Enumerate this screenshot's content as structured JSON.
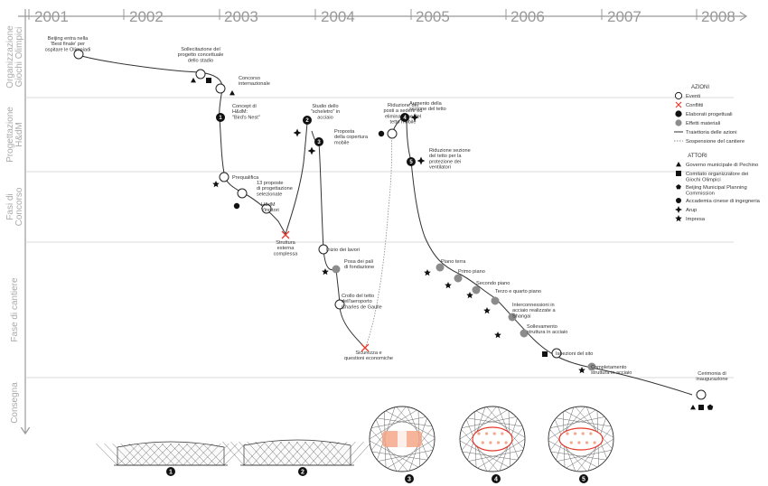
{
  "years": [
    "2001",
    "2002",
    "2003",
    "2004",
    "2005",
    "2006",
    "2007",
    "2008"
  ],
  "phases": [
    [
      "Organizzazione",
      "Giochi Olimpici"
    ],
    [
      "Progettazione",
      "H&dM"
    ],
    [
      "Fasi di",
      "Concorso"
    ],
    [
      "Fase di cantiere"
    ],
    [
      "Consegna"
    ]
  ],
  "events": [
    {
      "id": "e1",
      "kind": "circle",
      "lines": [
        "Beijing entra nella",
        "'Best finale' per",
        "ospitare le Olimpiadi"
      ]
    },
    {
      "id": "e2",
      "kind": "circle",
      "lines": [
        "Sollecitazione del",
        "progetto concettuale",
        "dello stadio"
      ]
    },
    {
      "id": "e3",
      "kind": "circle",
      "lines": [
        "Concorso",
        "internazionale"
      ]
    },
    {
      "id": "e4",
      "kind": "num",
      "n": "1",
      "lines": [
        "Concept di",
        "H&dM:",
        "\"Bird's Nest\""
      ]
    },
    {
      "id": "e5",
      "kind": "circle",
      "lines": [
        "Prequalifica"
      ]
    },
    {
      "id": "e6",
      "kind": "circle",
      "lines": [
        "13 proposte",
        "di progettazione",
        "selezionate"
      ]
    },
    {
      "id": "e7",
      "kind": "circle",
      "lines": [
        "H&dM",
        "Vincitori"
      ]
    },
    {
      "id": "e8",
      "kind": "conflict",
      "lines": [
        "Struttura",
        "esterna",
        "complessa"
      ]
    },
    {
      "id": "e9",
      "kind": "num",
      "n": "2",
      "lines": [
        "Studio dello",
        "\"scheletro\" in",
        "acciaio"
      ]
    },
    {
      "id": "e10",
      "kind": "num",
      "n": "3",
      "lines": [
        "Proposta",
        "della copertura",
        "mobile"
      ]
    },
    {
      "id": "e11",
      "kind": "circle",
      "lines": [
        "Inizio dei lavori"
      ]
    },
    {
      "id": "e12",
      "kind": "gray",
      "lines": [
        "Posa dei pali",
        "di fondazione"
      ]
    },
    {
      "id": "e13",
      "kind": "circle",
      "lines": [
        "Crollo del tetto",
        "dell'aeroporto",
        "Charles de Gaulle"
      ]
    },
    {
      "id": "e14",
      "kind": "conflict",
      "lines": [
        "Sicurezza e",
        "questioni economiche"
      ]
    },
    {
      "id": "e15",
      "kind": "circle",
      "lines": [
        "Riduzione dei",
        "posti a sedere ed",
        "eliminazione del",
        "tetto mobile"
      ]
    },
    {
      "id": "e16",
      "kind": "num",
      "n": "4",
      "lines": [
        "Aumento della",
        "sezione del tetto"
      ]
    },
    {
      "id": "e17",
      "kind": "num",
      "n": "5",
      "lines": [
        "Riduzione sezione",
        "del tetto per la",
        "protezione dei",
        "ventilatori"
      ]
    },
    {
      "id": "e18",
      "kind": "gray",
      "lines": [
        "Piano terra"
      ]
    },
    {
      "id": "e19",
      "kind": "gray",
      "lines": [
        "Primo piano"
      ]
    },
    {
      "id": "e20",
      "kind": "gray",
      "lines": [
        "Secondo piano"
      ]
    },
    {
      "id": "e21",
      "kind": "gray",
      "lines": [
        "Terzo e quarto piano"
      ]
    },
    {
      "id": "e22",
      "kind": "gray",
      "lines": [
        "Interconnessioni in",
        "acciaio realizzate a",
        "Shangai"
      ]
    },
    {
      "id": "e23",
      "kind": "gray",
      "lines": [
        "Sollevamento",
        "struttura in acciaio"
      ]
    },
    {
      "id": "e24",
      "kind": "circle",
      "lines": [
        "Ispezioni del sito"
      ]
    },
    {
      "id": "e25",
      "kind": "gray",
      "lines": [
        "Completamento",
        "struttura in acciaio"
      ]
    },
    {
      "id": "e26",
      "kind": "circle",
      "lines": [
        "Cerimonia di",
        "inaugurazione"
      ]
    }
  ],
  "legend": {
    "actions_title": "AZIONI",
    "actions": [
      {
        "sym": "circle",
        "label": "Eventi"
      },
      {
        "sym": "cross",
        "label": "Conflitti"
      },
      {
        "sym": "num",
        "label": "Elaborati progettuali"
      },
      {
        "sym": "gray",
        "label": "Effetti materiali"
      },
      {
        "sym": "line",
        "label": "Traiettoria delle azioni"
      },
      {
        "sym": "dash",
        "label": "Sospensione del cantiere"
      }
    ],
    "actors_title": "ATTORI",
    "actors": [
      {
        "sym": "triangle",
        "lines": [
          "Governo municipale di Pechino"
        ]
      },
      {
        "sym": "square",
        "lines": [
          "Comitato organizzatore dei",
          "Giochi Olimpici"
        ]
      },
      {
        "sym": "pentagon",
        "lines": [
          "Beijing Municipal Planning",
          "Commission"
        ]
      },
      {
        "sym": "dot",
        "lines": [
          "Accademia cinese di ingegneria"
        ]
      },
      {
        "sym": "cross4",
        "lines": [
          "Arup"
        ]
      },
      {
        "sym": "star",
        "lines": [
          "Impresa"
        ]
      }
    ]
  },
  "thumbnails": [
    "1",
    "2",
    "3",
    "4",
    "5"
  ],
  "colors": {
    "axis": "#999999",
    "grid": "#cccccc",
    "gray_node": "#8c8c8c",
    "conflict": "#e53a2a",
    "accent": "#f4a78a"
  }
}
